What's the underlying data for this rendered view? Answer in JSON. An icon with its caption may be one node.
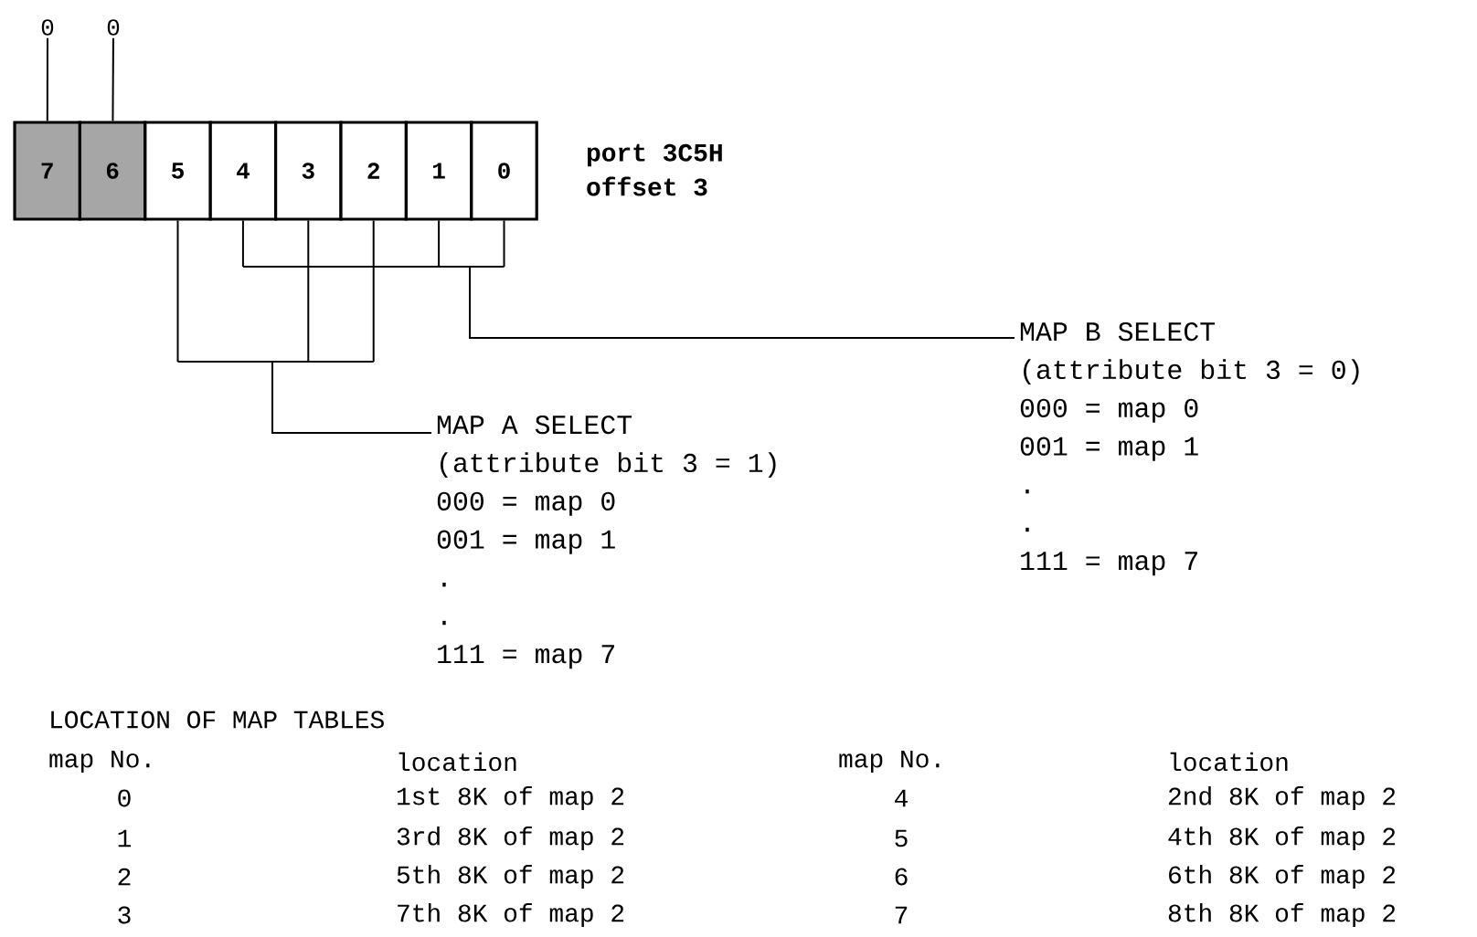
{
  "diagram": {
    "nodes": [
      {
        "text": [
          "7"
        ]
      },
      {
        "text": [
          "6"
        ]
      },
      {
        "text": [
          "5"
        ]
      },
      {
        "text": [
          "4"
        ]
      },
      {
        "text": [
          "3"
        ]
      },
      {
        "text": [
          "2"
        ]
      },
      {
        "text": [
          "1"
        ]
      },
      {
        "text": [
          "0"
        ]
      },
      {
        "text": [
          "0"
        ]
      },
      {
        "text": [
          "0"
        ]
      },
      {
        "text": [
          "MAP A SELECT",
          "(attribute bit 3 = 1)",
          "000 = map 0",
          "001 = map 1",
          ".",
          ".",
          "111 = map 7"
        ]
      },
      {
        "text": [
          "MAP B SELECT",
          "(attribute bit 3 = 0)",
          "000 = map 0",
          "001 = map 1",
          ".",
          ".",
          "111 = map 7"
        ]
      }
    ],
    "edges": [
      {
        "from": 8,
        "to": 0,
        "arrow": "none"
      },
      {
        "from": 9,
        "to": 1,
        "arrow": "none"
      },
      {
        "from": 2,
        "to": 10,
        "arrow": "none"
      },
      {
        "from": 4,
        "to": 10,
        "arrow": "none"
      },
      {
        "from": 5,
        "to": 10,
        "arrow": "none"
      },
      {
        "from": 3,
        "to": 11,
        "arrow": "none"
      },
      {
        "from": 6,
        "to": 11,
        "arrow": "none"
      },
      {
        "from": 7,
        "to": 11,
        "arrow": "none"
      }
    ],
    "labels": [
      "port 3C5H",
      "offset 3",
      "LOCATION OF MAP TABLES",
      "map No.",
      "location",
      "map No.",
      "location",
      "0",
      "1st 8K of map 2",
      "4",
      "2nd 8K of map 2",
      "1",
      "3rd 8K of map 2",
      "5",
      "4th 8K of map 2",
      "2",
      "5th 8K of map 2",
      "6",
      "6th 8K of map 2",
      "3",
      "7th 8K of map 2",
      "7",
      "8th 8K of map 2"
    ]
  }
}
